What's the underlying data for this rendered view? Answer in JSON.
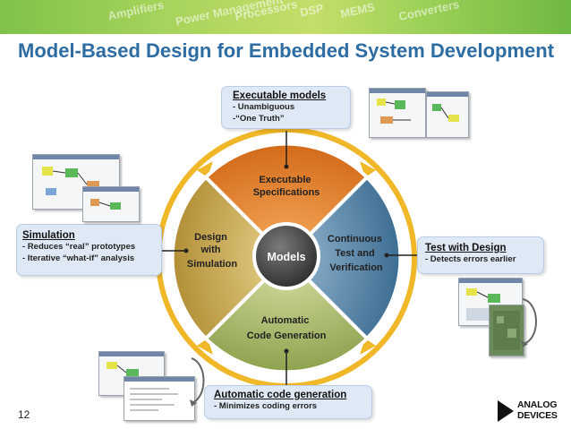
{
  "banner": {
    "words": [
      "Amplifiers",
      "Power Management",
      "Processors",
      "DSP",
      "MEMS",
      "Converters"
    ]
  },
  "title": "Model-Based Design for Embedded System Development",
  "callouts": {
    "executable": {
      "heading": "Executable models",
      "items": [
        "- Unambiguous",
        "-“One Truth”"
      ]
    },
    "simulation": {
      "heading": "Simulation",
      "items": [
        "- Reduces “real” prototypes",
        "- Iterative “what-if” analysis"
      ]
    },
    "test": {
      "heading": "Test with Design",
      "items": [
        "- Detects errors earlier"
      ]
    },
    "codegen": {
      "heading": "Automatic code generation",
      "items": [
        "- Minimizes coding errors"
      ]
    }
  },
  "wheel": {
    "center": "Models",
    "top": [
      "Executable",
      "Specifications"
    ],
    "left": [
      "Design",
      "with",
      "Simulation"
    ],
    "right": [
      "Continuous",
      "Test and",
      "Verification"
    ],
    "bottom": [
      "Automatic",
      "Code Generation"
    ],
    "colors": {
      "top": "#e07f2a",
      "left": "#c5a54f",
      "right": "#4f7fa3",
      "bottom": "#9fb065",
      "ring": "#f0b828",
      "center": "#3e3e3e"
    }
  },
  "page_number": "12",
  "logo": {
    "line1": "ANALOG",
    "line2": "DEVICES"
  }
}
